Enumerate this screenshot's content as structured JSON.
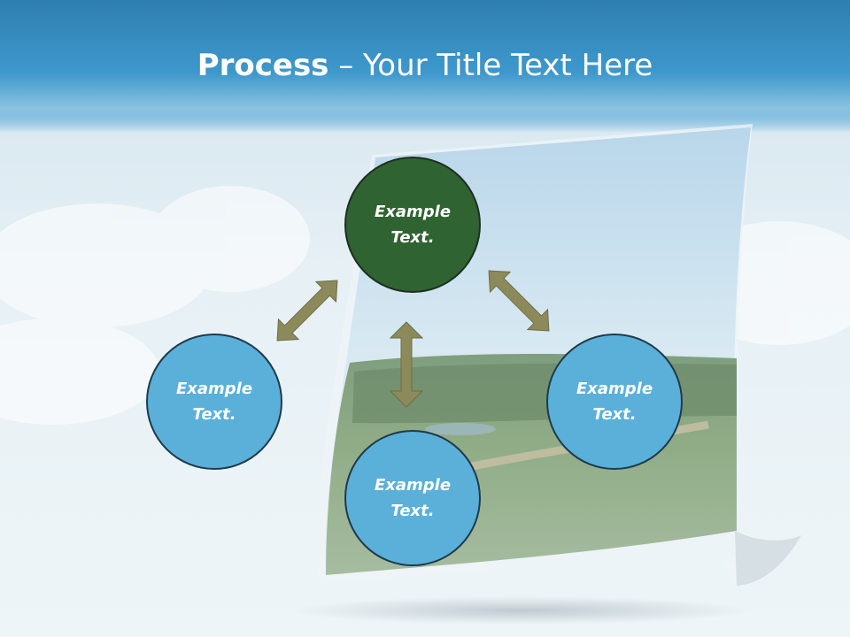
{
  "title": {
    "bold": "Process",
    "rest": " – Your Title Text Here"
  },
  "nodes": {
    "top": "Example Text.",
    "left": "Example Text.",
    "right": "Example Text.",
    "bottom": "Example Text."
  },
  "colors": {
    "title_band": "#3e98cc",
    "node_blue": "#5ab0d9",
    "node_green": "#2f6331",
    "arrow": "#8c8a5a"
  }
}
